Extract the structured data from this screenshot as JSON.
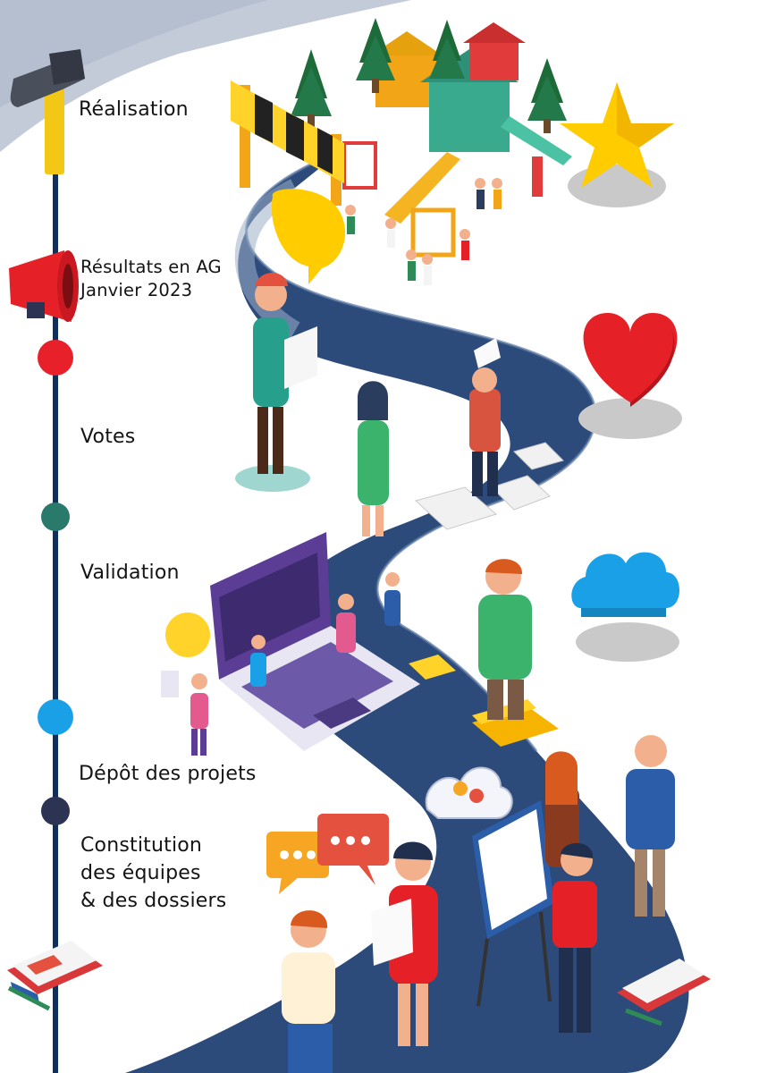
{
  "timeline": {
    "line_color": "#0f2f5c",
    "steps": [
      {
        "id": "realisation",
        "lines": [
          "Réalisation"
        ],
        "marker": "hammer-icon"
      },
      {
        "id": "resultats",
        "lines": [
          "Résultats en AG",
          "Janvier 2023"
        ],
        "marker": "megaphone-icon",
        "dot_color": "#e8202a"
      },
      {
        "id": "votes",
        "lines": [
          "Votes"
        ],
        "dot_color": "#2a7a6c"
      },
      {
        "id": "validation",
        "lines": [
          "Validation"
        ],
        "dot_color": "#1aa0e6"
      },
      {
        "id": "depot",
        "lines": [
          "Dépôt des projets"
        ],
        "dot_color": "#2d3353"
      },
      {
        "id": "constitution",
        "lines": [
          "Constitution",
          "des équipes",
          "& des dossiers"
        ],
        "marker": "calendar-icon"
      }
    ]
  },
  "colors": {
    "road": "#2c4a7a",
    "road_edge": "#9fb0c8",
    "sky": "#b8c2d4",
    "star": "#ffcc00",
    "heart": "#e52127",
    "cloud": "#1aa0e6",
    "shadow": "#c9c9c9"
  }
}
